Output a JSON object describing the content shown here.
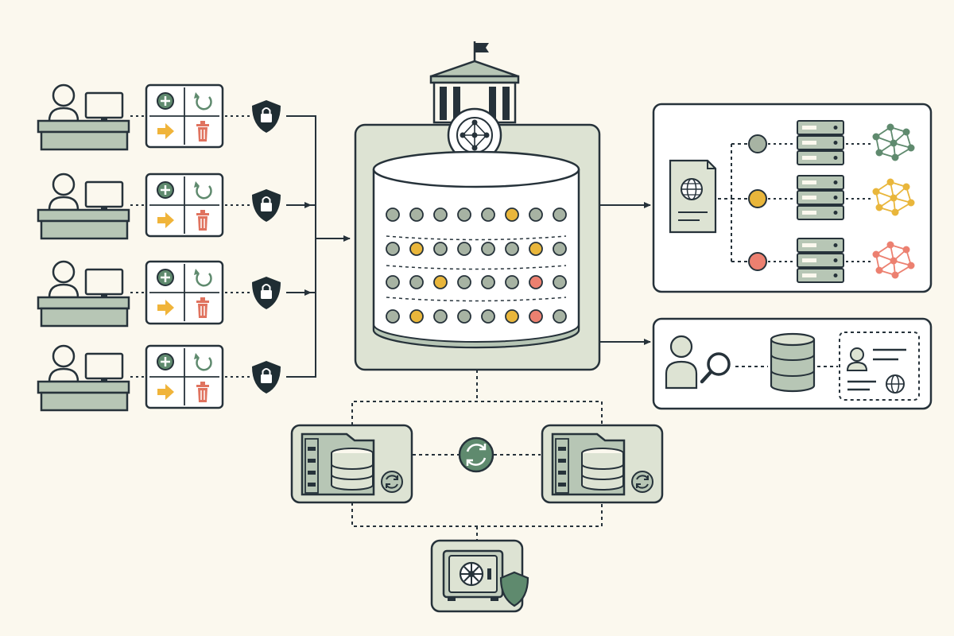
{
  "colors": {
    "background": "#fbf8ee",
    "stroke": "#26323a",
    "panel_fill": "#dde3d3",
    "panel_fill_dark": "#c5d0c0",
    "element_fill": "#b7c6b5",
    "dot_gray": "#a7b3a3",
    "dot_yellow": "#e9b63b",
    "dot_red": "#ec8070",
    "arrow_yellow": "#f0b43a",
    "trash_red": "#e0735f",
    "green_icon": "#5f8a6e",
    "shield_dark": "#1f2d33",
    "card_white": "#ffffff"
  },
  "icons": {
    "clerk": "person-at-desk-icon",
    "actions": [
      "plus-icon",
      "refresh-icon",
      "arrow-right-icon",
      "trash-icon"
    ],
    "shield": "lock-shield-icon",
    "registry_building": "government-building-icon",
    "network_badge": "network-globe-icon",
    "ledger": "database-cylinder-icon",
    "document": "globe-document-icon",
    "server": "server-rack-icon",
    "graph": "network-graph-icon",
    "user": "user-icon",
    "search": "magnifier-icon",
    "id_card": "id-card-icon",
    "data_center": "data-center-icon",
    "sync": "sync-icon",
    "vault": "vault-safe-icon"
  },
  "ledger_rows": [
    [
      "gray",
      "gray",
      "gray",
      "gray",
      "gray",
      "yellow",
      "gray",
      "gray"
    ],
    [
      "gray",
      "yellow",
      "gray",
      "gray",
      "gray",
      "gray",
      "yellow",
      "gray"
    ],
    [
      "gray",
      "gray",
      "yellow",
      "gray",
      "gray",
      "gray",
      "red",
      "gray"
    ],
    [
      "gray",
      "yellow",
      "gray",
      "gray",
      "gray",
      "yellow",
      "red",
      "gray"
    ]
  ],
  "distribution_branches": [
    {
      "status": "gray"
    },
    {
      "status": "yellow"
    },
    {
      "status": "red"
    }
  ],
  "clerk_count": 4
}
